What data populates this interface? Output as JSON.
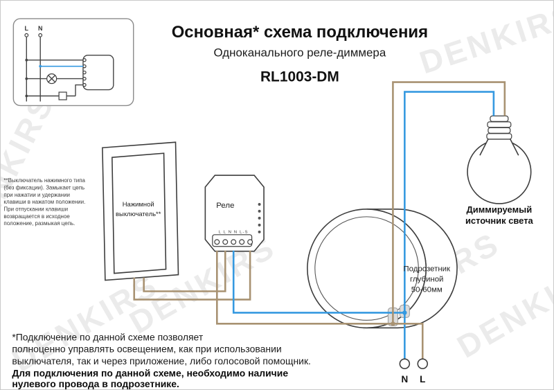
{
  "watermark": "DENKIRS",
  "header": {
    "title": "Основная* схема подключения",
    "subtitle": "Одноканального реле-диммера",
    "model": "RL1003-DM"
  },
  "inset": {
    "label_l": "L",
    "label_n": "N"
  },
  "switch_unit": {
    "line1": "Нажимной",
    "line2": "выключатель**"
  },
  "relay": {
    "label": "Реле",
    "pins": "L L N N L-S"
  },
  "mounting_box": {
    "line1": "Подрозетник",
    "line2": "глубиной",
    "line3": "50-60мм"
  },
  "lamp": {
    "line1": "Диммируемый",
    "line2": "источник света"
  },
  "mains": {
    "neutral": "N",
    "line": "L"
  },
  "switch_note": [
    "**Выключатель нажимного типа",
    "(без фиксации). Замыкает цепь",
    "при нажатии и удержании",
    "клавиши в нажатом положении.",
    "При отпускании клавиши",
    "возвращается в исходное",
    "положение, размыкая цепь."
  ],
  "bottom_note": [
    "*Подключение по данной схеме позволяет",
    "полноценно управлять освещением, как при использовании",
    "выключателя, так и через приложение, либо голосовой помощник."
  ],
  "bottom_note_bold": [
    "Для подключения по данной схеме, необходимо наличие",
    "нулевого провода в подрозетнике."
  ],
  "colors": {
    "wire_line": "#a89272",
    "wire_neutral": "#3599e0",
    "outline": "#3d3d3d",
    "watermark": "#ebebeb"
  }
}
